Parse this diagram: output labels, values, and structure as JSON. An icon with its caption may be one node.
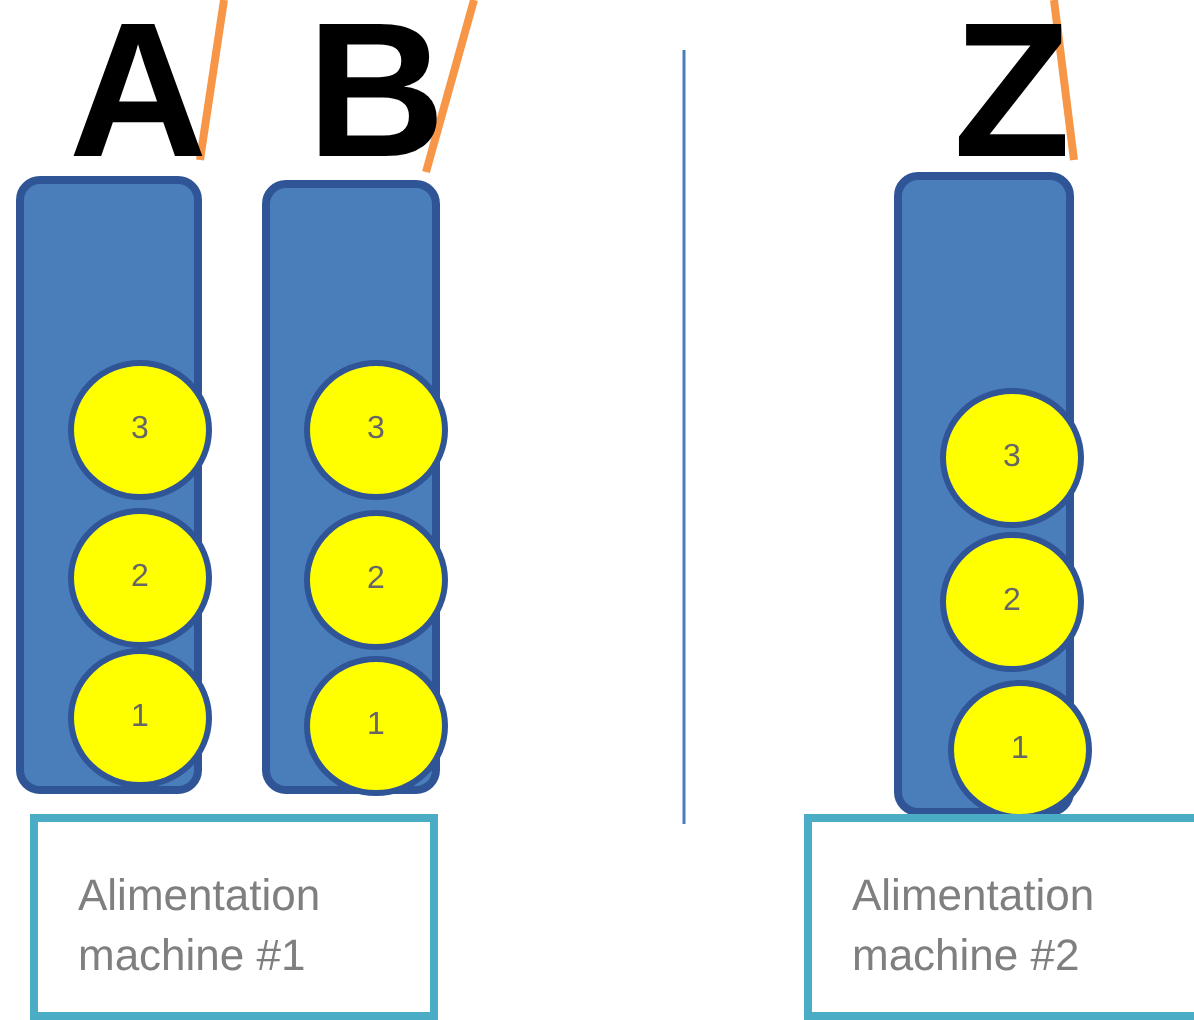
{
  "diagram": {
    "nodes": [
      {
        "text": [
          "A"
        ]
      },
      {
        "text": [
          "3"
        ],
        "in": 0
      },
      {
        "text": [
          "2"
        ],
        "in": 0
      },
      {
        "text": [
          "1"
        ],
        "in": 0
      },
      {
        "text": [
          "B"
        ]
      },
      {
        "text": [
          "3"
        ],
        "in": 4
      },
      {
        "text": [
          "2"
        ],
        "in": 4
      },
      {
        "text": [
          "1"
        ],
        "in": 4
      },
      {
        "text": [
          "Z"
        ]
      },
      {
        "text": [
          "3"
        ],
        "in": 8
      },
      {
        "text": [
          "2"
        ],
        "in": 8
      },
      {
        "text": [
          "1"
        ],
        "in": 8
      },
      {
        "text": [
          "Alimentation machine #1"
        ]
      },
      {
        "text": [
          "Alimentation machine #2"
        ]
      }
    ]
  }
}
